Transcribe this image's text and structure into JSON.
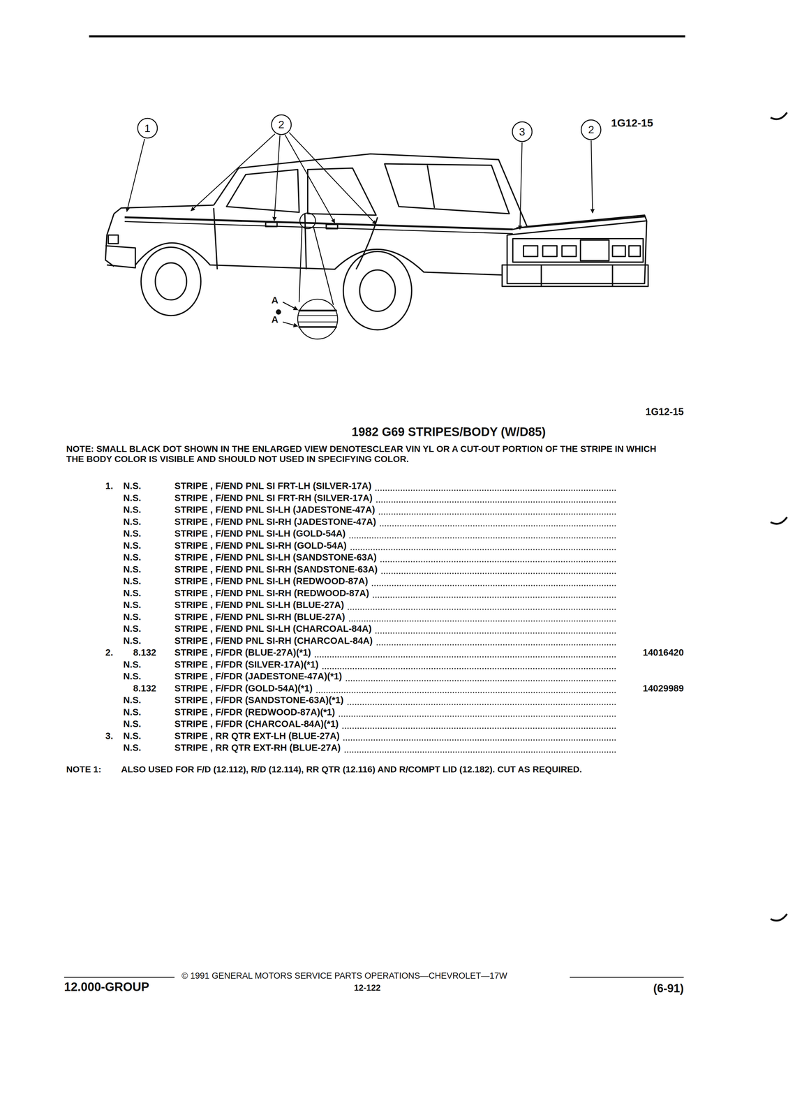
{
  "diagram": {
    "title": "1982 G69 STRIPES/BODY (W/D85)",
    "nodes": [
      {
        "text": [
          "1"
        ]
      },
      {
        "text": [
          "2"
        ]
      },
      {
        "text": [
          "3"
        ]
      },
      {
        "text": [
          "2"
        ]
      }
    ],
    "labels": [
      "1G12-15",
      "A",
      "A",
      "1G12-15",
      "NOTE: SMALL BLACK DOT SHOWN IN THE ENLARGED VIEW DENOTESCLEAR VIN YL OR A CUT-OUT PORTION OF THE STRIPE IN WHICH THE BODY COLOR IS VISIBLE AND SHOULD NOT USED IN SPECIFYING COLOR.",
      "1.",
      "N.S.",
      "STRIPE , F/END PNL SI FRT-LH (SILVER-17A)",
      "N.S.",
      "STRIPE , F/END PNL SI FRT-RH (SILVER-17A)",
      "N.S.",
      "STRIPE , F/END PNL SI-LH (JADESTONE-47A)",
      "N.S.",
      "STRIPE , F/END PNL SI-RH (JADESTONE-47A)",
      "N.S.",
      "STRIPE , F/END PNL SI-LH (GOLD-54A)",
      "N.S.",
      "STRIPE , F/END PNL SI-RH (GOLD-54A)",
      "N.S.",
      "STRIPE , F/END PNL SI-LH (SANDSTONE-63A)",
      "N.S.",
      "STRIPE , F/END PNL SI-RH (SANDSTONE-63A)",
      "N.S.",
      "STRIPE , F/END PNL SI-LH (REDWOOD-87A)",
      "N.S.",
      "STRIPE , F/END PNL SI-RH (REDWOOD-87A)",
      "N.S.",
      "STRIPE , F/END PNL SI-LH (BLUE-27A)",
      "N.S.",
      "STRIPE , F/END PNL SI-RH (BLUE-27A)",
      "N.S.",
      "STRIPE , F/END PNL SI-LH (CHARCOAL-84A)",
      "N.S.",
      "STRIPE , F/END PNL SI-RH (CHARCOAL-84A)",
      "2.",
      "8.132",
      "STRIPE , F/FDR (BLUE-27A)(*1)",
      "14016420",
      "N.S.",
      "STRIPE , F/FDR (SILVER-17A)(*1)",
      "N.S.",
      "STRIPE , F/FDR (JADESTONE-47A)(*1)",
      "8.132",
      "STRIPE , F/FDR (GOLD-54A)(*1)",
      "14029989",
      "N.S.",
      "STRIPE , F/FDR (SANDSTONE-63A)(*1)",
      "N.S.",
      "STRIPE , F/FDR (REDWOOD-87A)(*1)",
      "N.S.",
      "STRIPE , F/FDR (CHARCOAL-84A)(*1)",
      "3.",
      "N.S.",
      "STRIPE , RR QTR EXT-LH (BLUE-27A)",
      "N.S.",
      "STRIPE , RR QTR EXT-RH (BLUE-27A)",
      "NOTE 1:",
      "ALSO USED FOR F/D (12.112), R/D (12.114), RR QTR (12.116) AND R/COMPT LID (12.182). CUT AS REQUIRED.",
      "© 1991 GENERAL MOTORS SERVICE PARTS OPERATIONS—CHEVROLET—17W",
      "12.000-GROUP",
      "12-122",
      "(6-91)"
    ]
  }
}
